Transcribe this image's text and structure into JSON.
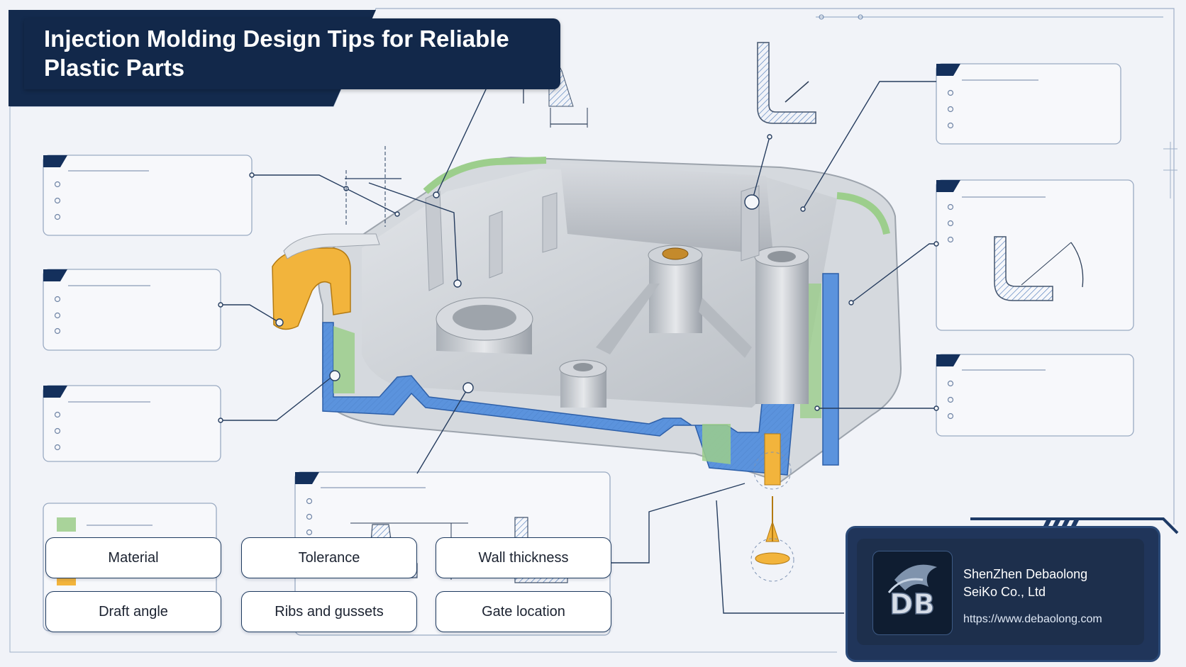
{
  "title": "Injection Molding Design Tips for Reliable Plastic Parts",
  "buttons": {
    "material": "Material",
    "tolerance": "Tolerance",
    "wall_thickness": "Wall thickness",
    "draft_angle": "Draft angle",
    "ribs_gussets": "Ribs and gussets",
    "gate_location": "Gate location"
  },
  "company": {
    "name_line1": "ShenZhen Debaolong",
    "name_line2": "SeiKo Co., Ltd",
    "url": "https://www.debaolong.com",
    "logo_text": "DB"
  },
  "colors": {
    "navy": "#12284a",
    "section_blue": "#5b93dd",
    "rib_green": "#9cce8c",
    "insert_yellow": "#f2b43c",
    "part_gray": "#c4c8cd"
  }
}
